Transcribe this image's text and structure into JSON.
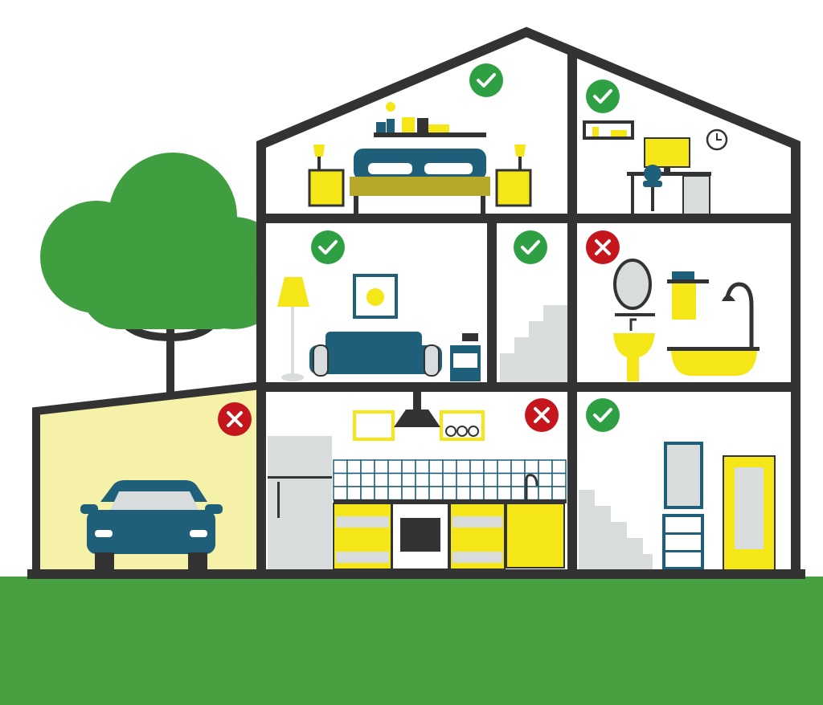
{
  "colors": {
    "outline": "#333333",
    "ground": "#46a040",
    "tree": "#3f9e3f",
    "check": "#2ea043",
    "cross": "#c4161c",
    "yellow": "#f5e617",
    "teal": "#1f5f7a",
    "grey": "#d8dcdc",
    "garage_fill": "#f6f1a8"
  },
  "rooms": [
    {
      "name": "bedroom",
      "status": "ok",
      "icon": "check-icon"
    },
    {
      "name": "office",
      "status": "ok",
      "icon": "check-icon"
    },
    {
      "name": "living-room",
      "status": "ok",
      "icon": "check-icon"
    },
    {
      "name": "stairwell",
      "status": "ok",
      "icon": "check-icon"
    },
    {
      "name": "bathroom",
      "status": "problem",
      "icon": "cross-icon"
    },
    {
      "name": "garage",
      "status": "problem",
      "icon": "cross-icon"
    },
    {
      "name": "kitchen",
      "status": "problem",
      "icon": "cross-icon"
    },
    {
      "name": "hallway",
      "status": "ok",
      "icon": "check-icon"
    }
  ]
}
